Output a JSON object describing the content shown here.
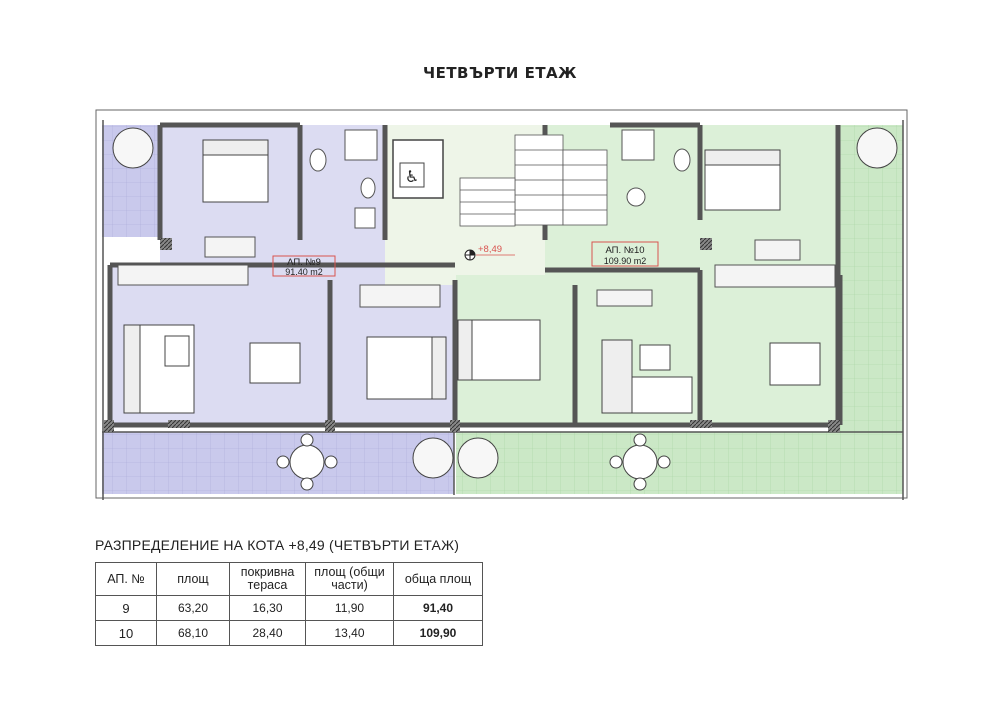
{
  "page_title": "ЧЕТВЪРТИ ЕТАЖ",
  "plan": {
    "apt9_label": "АП. №9",
    "apt9_area": "91.40 m2",
    "apt10_label": "АП. №10",
    "apt10_area": "109.90 m2",
    "level_mark": "+8,49",
    "colors": {
      "apt9": "#dcdcf2",
      "apt9_terrace": "#c9c9ec",
      "apt10": "#dcf0d8",
      "apt10_terrace": "#cbe8c6",
      "stair": "#eef5e8",
      "wall": "#555555",
      "label_red": "#d9534f"
    }
  },
  "distribution_title": "РАЗПРЕДЕЛЕНИЕ НА КОТА +8,49 (ЧЕТВЪРТИ ЕТАЖ)",
  "table": {
    "headers": [
      "АП. №",
      "площ",
      "покривна тераса",
      "площ (общи части)",
      "обща площ"
    ],
    "rows": [
      [
        "9",
        "63,20",
        "16,30",
        "11,90",
        "91,40"
      ],
      [
        "10",
        "68,10",
        "28,40",
        "13,40",
        "109,90"
      ]
    ]
  }
}
